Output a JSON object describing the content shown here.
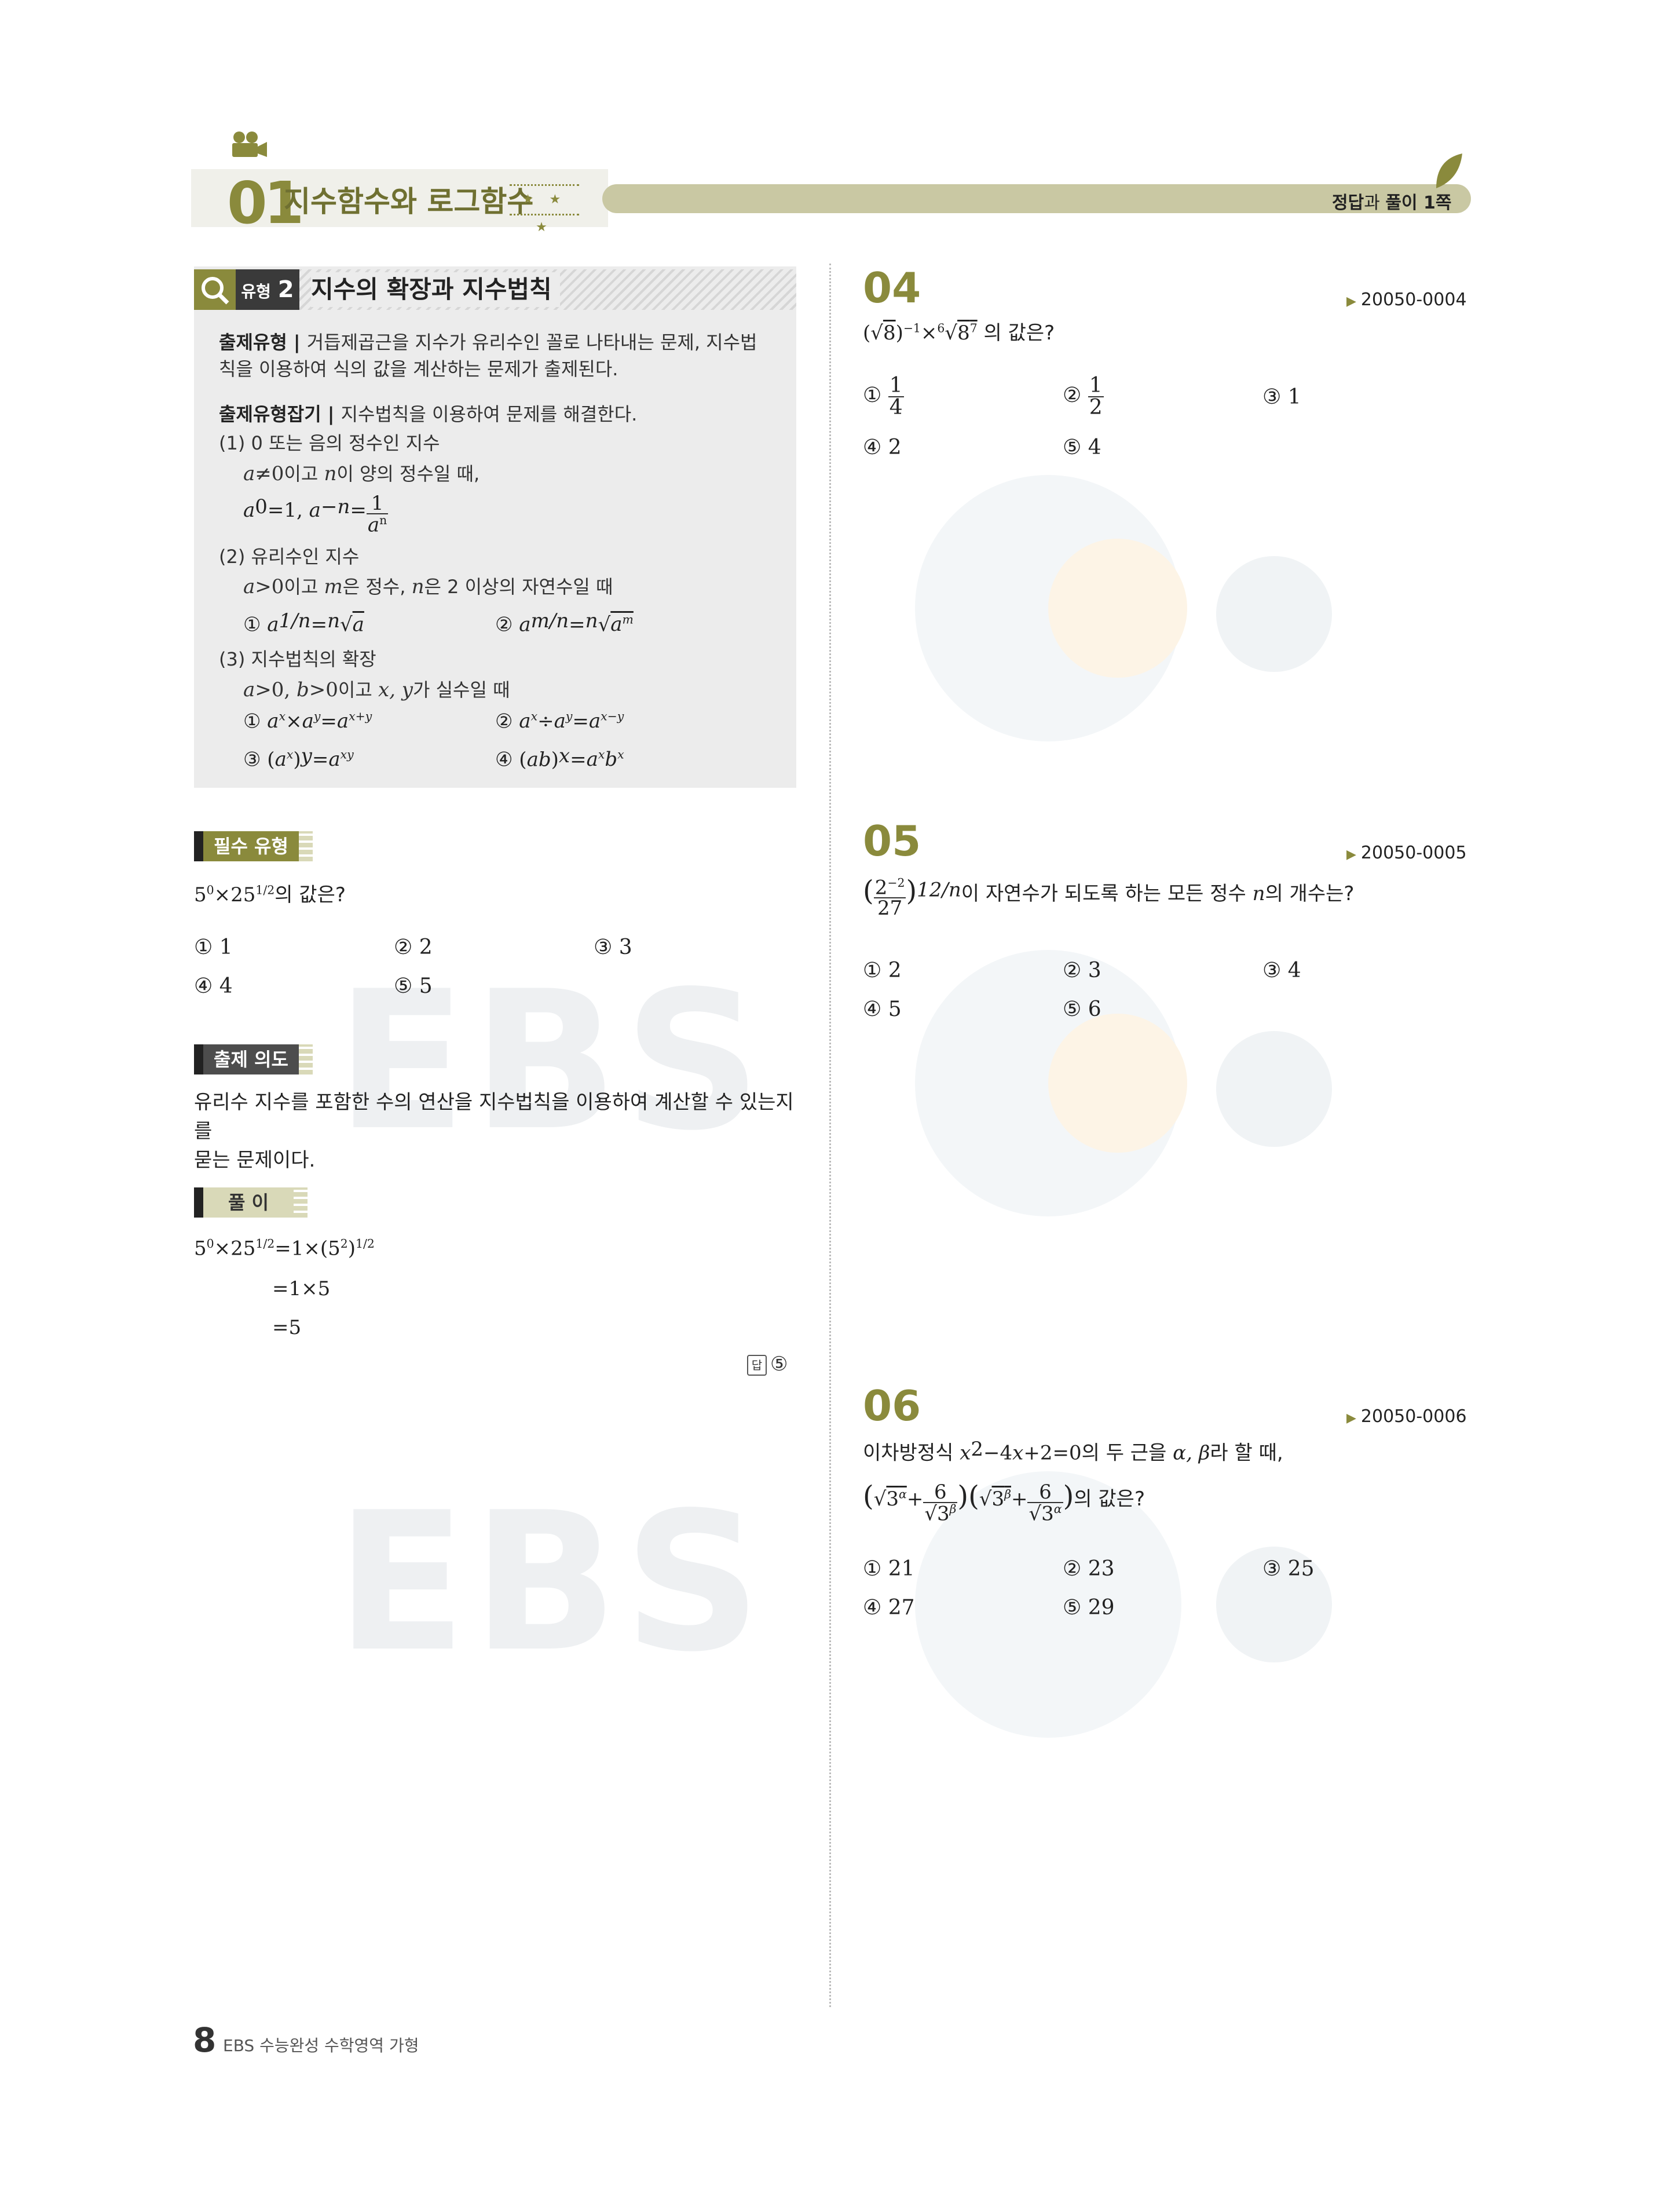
{
  "header": {
    "unit_number": "01",
    "unit_title": "지수함수와 로그함수",
    "difficulty": "★ ★ ★",
    "right_bold": "정답",
    "right_normal": "과 ",
    "right_bold2": "풀이 1쪽"
  },
  "type_box": {
    "label": "유형",
    "number": "2",
    "title": "지수의 확장과 지수법칙",
    "desc_label": "출제유형 | ",
    "desc_line1": "거듭제곱근을 지수가 유리수인 꼴로 나타내는 문제, 지수법",
    "desc_line2": "칙을 이용하여 식의 값을 계산하는 문제가 출제된다.",
    "tip_label": "출제유형잡기 | ",
    "tip_text": "지수법칙을 이용하여 문제를 해결한다.",
    "rule1_title": "(1)  0 또는 음의 정수인 지수",
    "rule1_cond": "이고 ",
    "rule1_cond2": "이 양의 정수일 때,",
    "rule2_title": "(2)  유리수인 지수",
    "rule2_cond": "이고 ",
    "rule2_cond2": "은 정수, ",
    "rule2_cond3": "은 2 이상의 자연수일 때",
    "rule3_title": "(3)  지수법칙의 확장",
    "rule3_cond": "이고 ",
    "rule3_cond2": "가 실수일 때"
  },
  "left": {
    "tag1": "필수 유형",
    "question_tail": "의 값은?",
    "choices": [
      "① 1",
      "② 2",
      "③ 3",
      "④ 4",
      "⑤ 5"
    ],
    "tag2": "출제 의도",
    "intent_line1": "유리수 지수를 포함한 수의 연산을 지수법칙을 이용하여 계산할 수 있는지를",
    "intent_line2": "묻는 문제이다.",
    "tag3": "풀 이",
    "answer_label": "답",
    "answer_value": "⑤"
  },
  "q04": {
    "number": "04",
    "code": "20050-0004",
    "tail": " 의 값은?",
    "choices": [
      "①",
      "②",
      "③ 1",
      "④ 2",
      "⑤ 4"
    ]
  },
  "q05": {
    "number": "05",
    "code": "20050-0005",
    "tail": "이 자연수가 되도록 하는 모든 정수 ",
    "tail2": "의 개수는?",
    "choices": [
      "① 2",
      "② 3",
      "③ 4",
      "④ 5",
      "⑤ 6"
    ]
  },
  "q06": {
    "number": "06",
    "code": "20050-0006",
    "line1_a": "이차방정식 ",
    "line1_b": "의 두 근을 ",
    "line1_c": "라 할 때,",
    "tail": "의 값은?",
    "choices": [
      "① 21",
      "② 23",
      "③ 25",
      "④ 27",
      "⑤ 29"
    ]
  },
  "footer": {
    "page": "8",
    "book": "EBS 수능완성 수학영역 가형"
  }
}
